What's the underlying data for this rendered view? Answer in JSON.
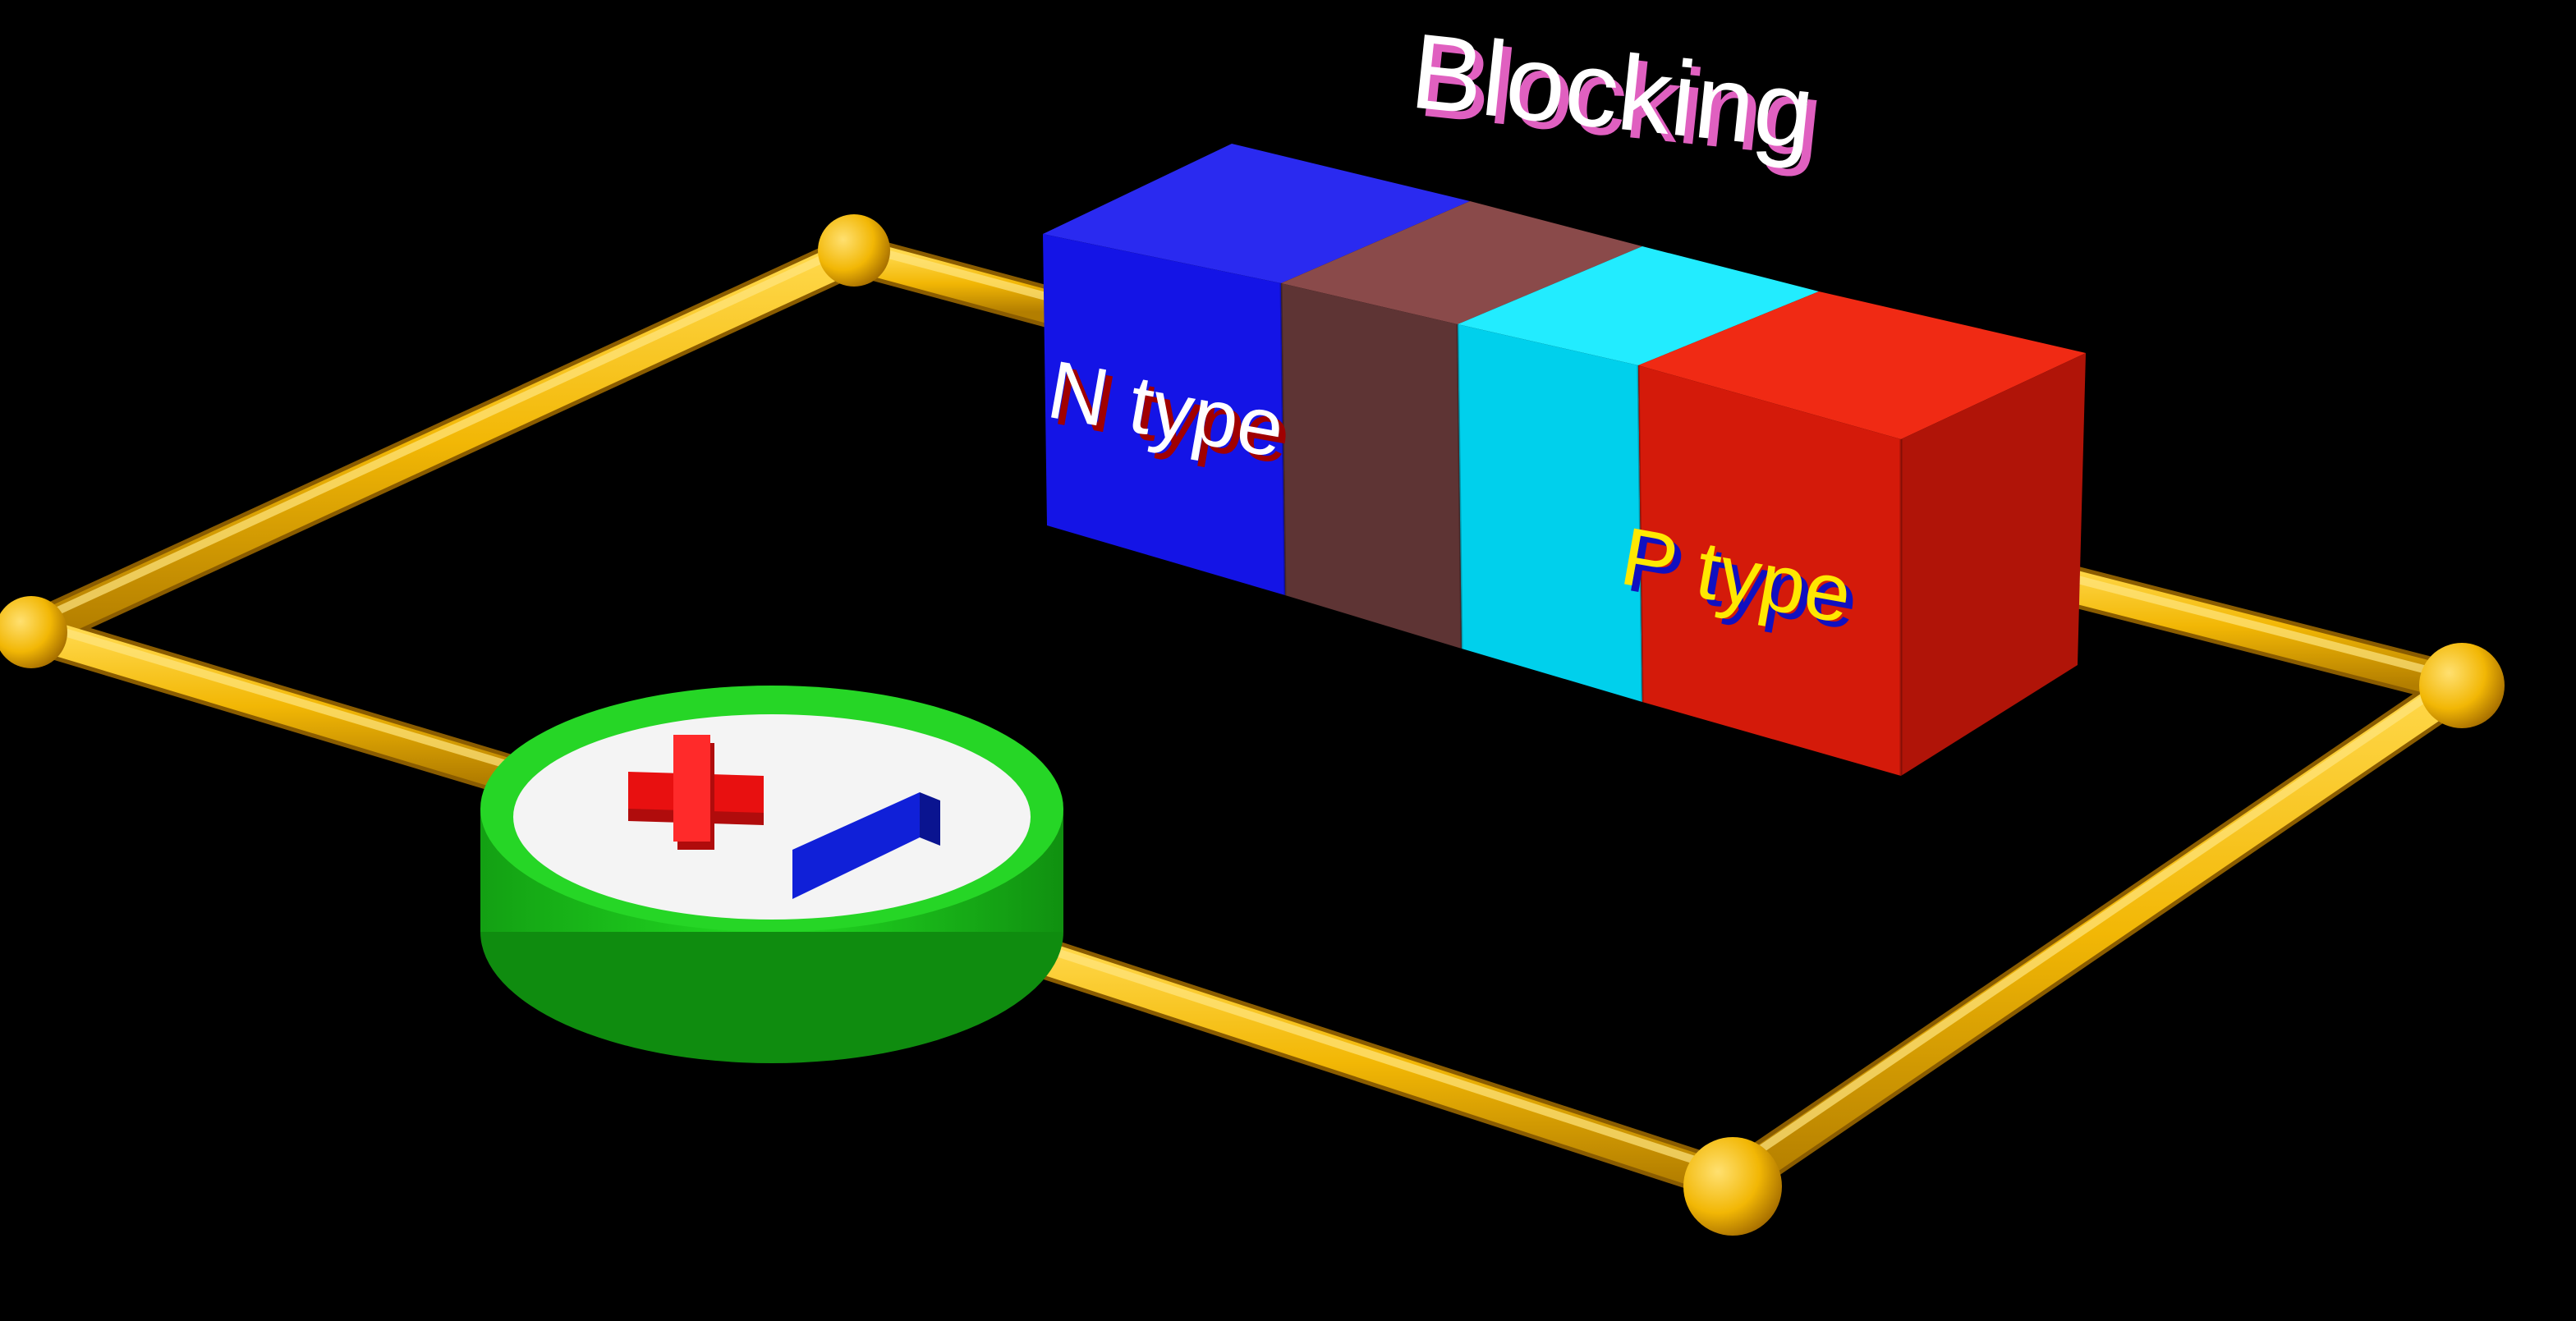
{
  "title": "Blocking",
  "n_label": "N type",
  "p_label": "P type",
  "battery": {
    "positive_symbol": "+",
    "negative_symbol": "−"
  },
  "colors": {
    "background": "#000000",
    "wire": "#f2b705",
    "n_region": "#1414e6",
    "depletion_n_side": "#6b3a3a",
    "depletion_p_side": "#00d8f0",
    "p_region": "#e01a0a",
    "battery_ring": "#1ec81e",
    "battery_face": "#f4f4f4",
    "plus_symbol": "#e81010",
    "minus_symbol": "#1020d8",
    "title_text": "#ffffff",
    "title_shadow": "#e060c0",
    "n_text": "#ffffff",
    "n_text_shadow": "#a00000",
    "p_text": "#ffe800",
    "p_text_shadow": "#1010c0"
  }
}
